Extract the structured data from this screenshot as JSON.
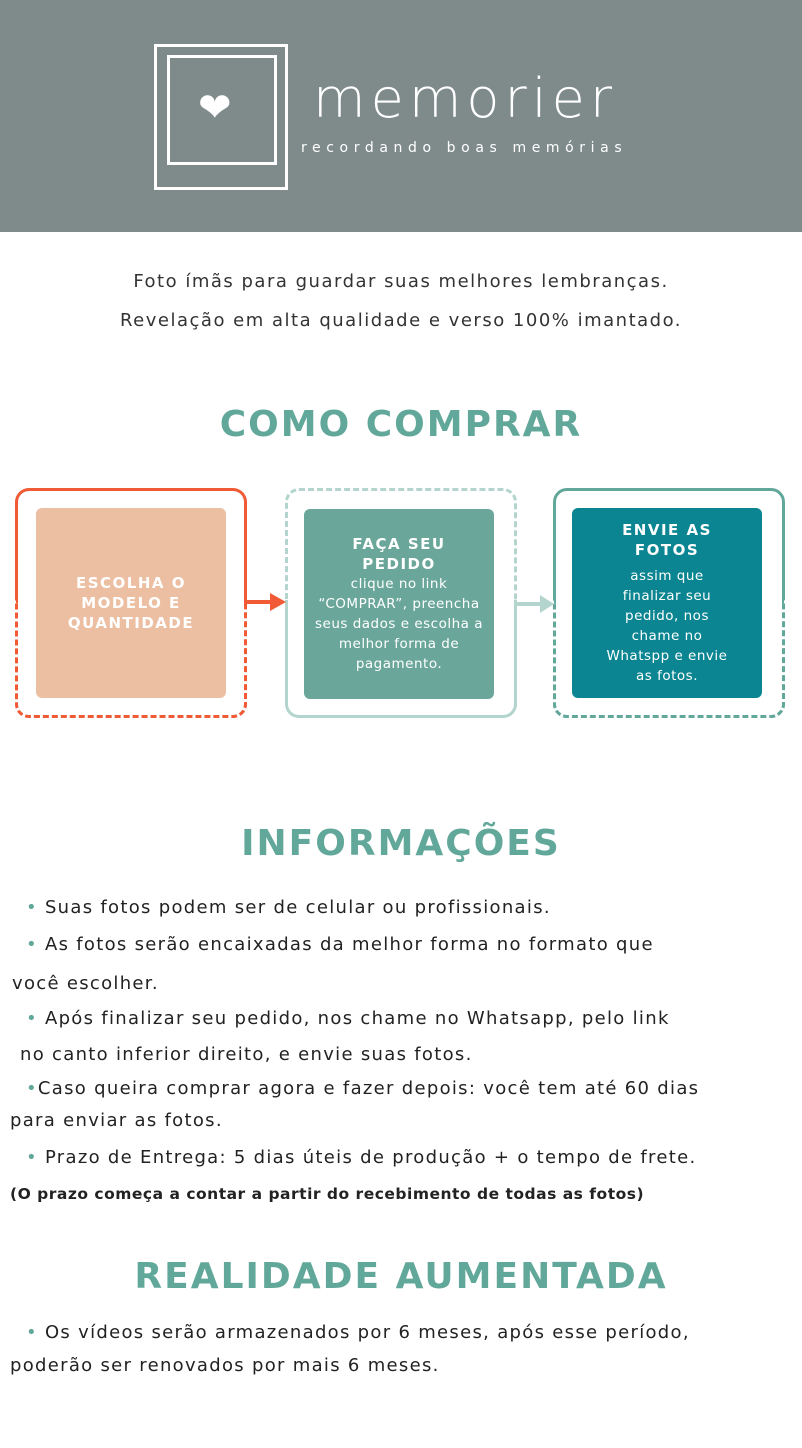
{
  "header": {
    "brand": "memorier",
    "tagline": "recordando boas memórias",
    "logo_icon": "heart-icon"
  },
  "intro": [
    "Foto ímãs para guardar suas melhores lembranças.",
    "Revelação em alta qualidade e verso 100% imantado."
  ],
  "como_comprar": {
    "title": "COMO COMPRAR",
    "steps": [
      {
        "title": "ESCOLHA O MODELO E QUANTIDADE",
        "desc": ""
      },
      {
        "title": "FAÇA SEU PEDIDO",
        "desc": "clique no link “COMPRAR”, preencha seus dados e escolha a melhor forma de pagamento."
      },
      {
        "title": "ENVIE AS FOTOS",
        "desc": "assim que finalizar seu pedido, nos chame no Whatspp e envie as fotos."
      }
    ]
  },
  "informacoes": {
    "title": "INFORMAÇÕES",
    "lines": [
      "Suas fotos podem ser de celular ou profissionais.",
      "As fotos serão encaixadas da melhor forma no formato que",
      "você escolher.",
      "Após finalizar seu pedido, nos chame no Whatsapp, pelo link",
      "no canto inferior direito, e envie suas fotos.",
      "Caso queira comprar agora e fazer depois: você tem até 60 dias",
      "para enviar as fotos.",
      "Prazo de Entrega: 5 dias úteis de produção + o tempo de frete."
    ],
    "note": "(O prazo começa a contar a partir do recebimento de todas as fotos)"
  },
  "realidade": {
    "title": "REALIDADE AUMENTADA",
    "lines": [
      "Os vídeos serão armazenados por 6 meses, após esse período,",
      "poderão ser renovados por mais 6 meses."
    ]
  },
  "colors": {
    "header": "#7f8b8b",
    "teal": "#62a89a",
    "orange": "#f05a35",
    "peach": "#ecbfa2",
    "dark_teal": "#0a8591"
  }
}
